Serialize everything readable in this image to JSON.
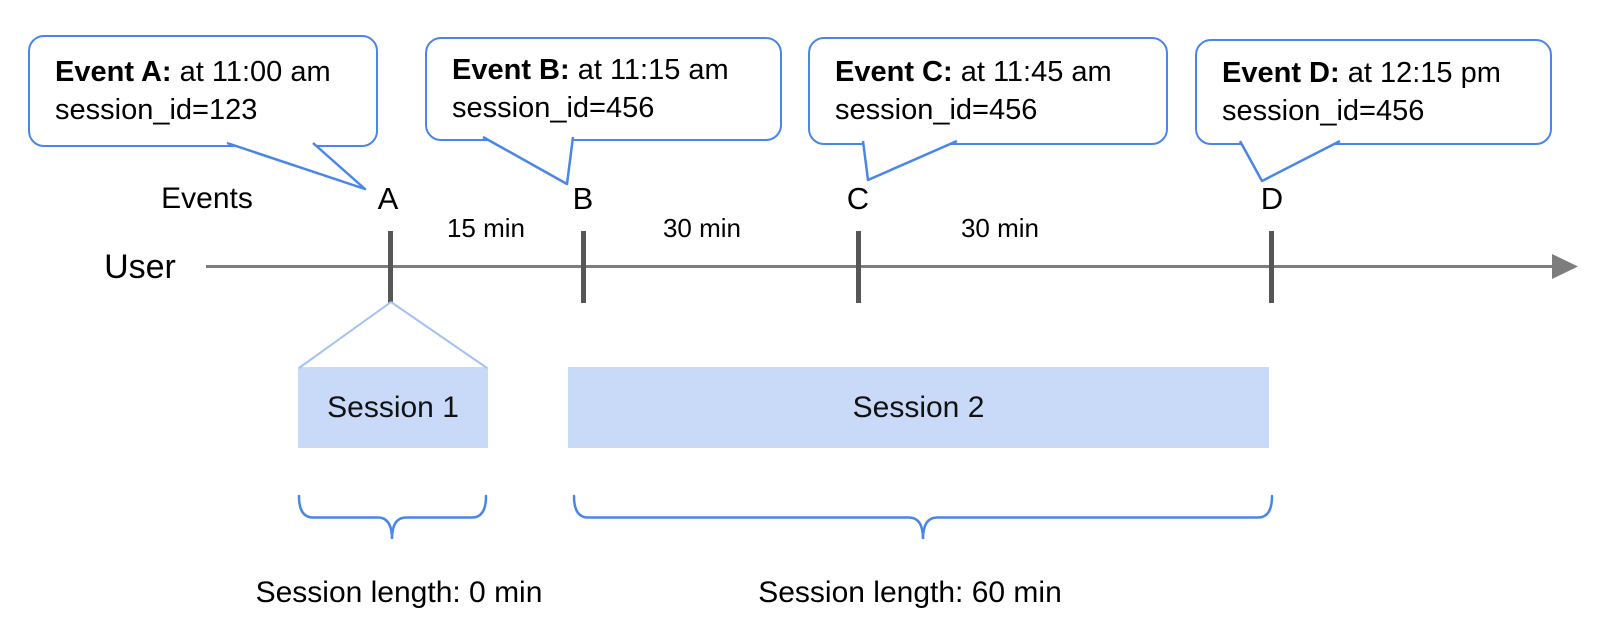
{
  "events": [
    {
      "id": "A",
      "title": "Event A:",
      "time_text": "at 11:00 am",
      "session_text": "session_id=123"
    },
    {
      "id": "B",
      "title": "Event B:",
      "time_text": "at 11:15 am",
      "session_text": "session_id=456"
    },
    {
      "id": "C",
      "title": "Event C:",
      "time_text": "at 11:45 am",
      "session_text": "session_id=456"
    },
    {
      "id": "D",
      "title": "Event D:",
      "time_text": "at 12:15 pm",
      "session_text": "session_id=456"
    }
  ],
  "timeline": {
    "events_axis_label": "Events",
    "user_label": "User",
    "intervals": [
      "15 min",
      "30 min",
      "30 min"
    ]
  },
  "sessions": [
    {
      "label": "Session 1",
      "length_label": "Session length: 0 min"
    },
    {
      "label": "Session 2",
      "length_label": "Session length: 60 min"
    }
  ],
  "colors": {
    "callout_border": "#4a86e8",
    "session_fill": "#c9daf8",
    "funnel_line": "#a4c2f4",
    "timeline_line": "#7d7d7d",
    "tick": "#565656"
  }
}
